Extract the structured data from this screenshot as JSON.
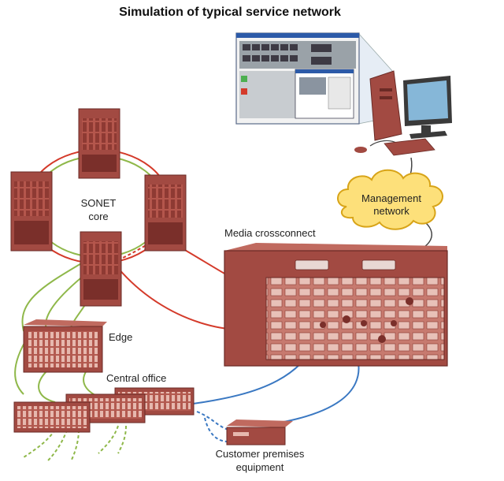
{
  "title": "Simulation of typical service network",
  "labels": {
    "sonet_line1": "SONET",
    "sonet_line2": "core",
    "management_line1": "Management",
    "management_line2": "network",
    "crossconnect": "Media crossconnect",
    "edge": "Edge",
    "central_office": "Central office",
    "customer_line1": "Customer premises",
    "customer_line2": "equipment"
  },
  "colors": {
    "equipment": "#a24a42",
    "equipment_dark": "#7a2f2a",
    "red_link": "#d43a2a",
    "green_link": "#8fb84a",
    "blue_link": "#3a78c2",
    "cloud": "#fde07a",
    "cloud_stroke": "#d8a418",
    "screen_blue": "#2c5aa8"
  },
  "icons": [
    "sonet-node",
    "computer-workstation",
    "management-cloud",
    "crossconnect-chassis",
    "edge-router",
    "central-office-rack",
    "customer-premises-box"
  ]
}
